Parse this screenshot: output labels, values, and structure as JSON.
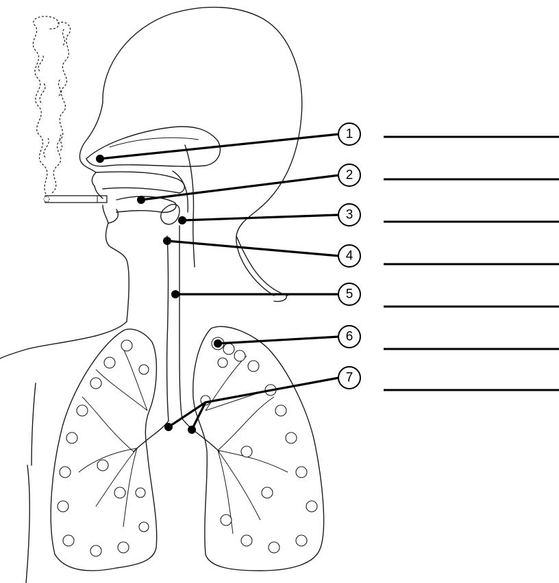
{
  "diagram": {
    "markers": [
      {
        "number": "1",
        "part": "nasal-cavity"
      },
      {
        "number": "2",
        "part": "oral-cavity"
      },
      {
        "number": "3",
        "part": "pharynx"
      },
      {
        "number": "4",
        "part": "larynx"
      },
      {
        "number": "5",
        "part": "trachea"
      },
      {
        "number": "6",
        "part": "alveoli"
      },
      {
        "number": "7",
        "part": "bronchi"
      }
    ]
  }
}
